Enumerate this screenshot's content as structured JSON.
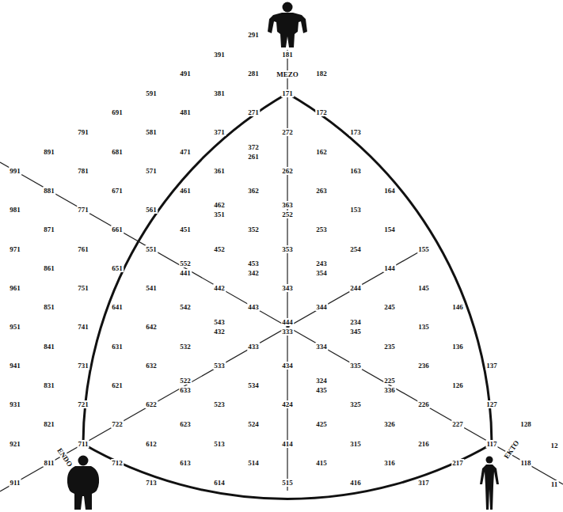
{
  "diagram": {
    "labels": [
      "291",
      "391",
      "181",
      "491",
      "281",
      "MEZO",
      "182",
      "591",
      "381",
      "171",
      "691",
      "481",
      "271",
      "172",
      "791",
      "581",
      "371",
      "272",
      "173",
      "891",
      "681",
      "471",
      "372",
      "261",
      "162",
      "991",
      "781",
      "571",
      "361",
      "262",
      "163",
      "881",
      "671",
      "461",
      "362",
      "263",
      "164",
      "981",
      "771",
      "561",
      "462",
      "351",
      "363",
      "252",
      "153",
      "871",
      "661",
      "451",
      "352",
      "253",
      "154",
      "971",
      "761",
      "551",
      "452",
      "353",
      "254",
      "155",
      "861",
      "651",
      "552",
      "441",
      "453",
      "342",
      "243",
      "354",
      "144",
      "961",
      "751",
      "541",
      "442",
      "343",
      "244",
      "145",
      "851",
      "641",
      "542",
      "443",
      "344",
      "245",
      "146",
      "951",
      "741",
      "642",
      "543",
      "432",
      "444",
      "333",
      "234",
      "345",
      "135",
      "841",
      "631",
      "532",
      "433",
      "334",
      "235",
      "136",
      "941",
      "731",
      "632",
      "533",
      "434",
      "335",
      "236",
      "137",
      "831",
      "621",
      "522",
      "633",
      "534",
      "324",
      "435",
      "225",
      "336",
      "126",
      "931",
      "721",
      "622",
      "523",
      "424",
      "325",
      "226",
      "127",
      "821",
      "722",
      "623",
      "524",
      "425",
      "326",
      "227",
      "128",
      "921",
      "711",
      "612",
      "513",
      "414",
      "315",
      "216",
      "117",
      "12",
      "ENDO",
      "811",
      "712",
      "613",
      "514",
      "415",
      "316",
      "217",
      "EKTO",
      "118",
      "11",
      "911",
      "713",
      "614",
      "515",
      "416",
      "317"
    ]
  }
}
